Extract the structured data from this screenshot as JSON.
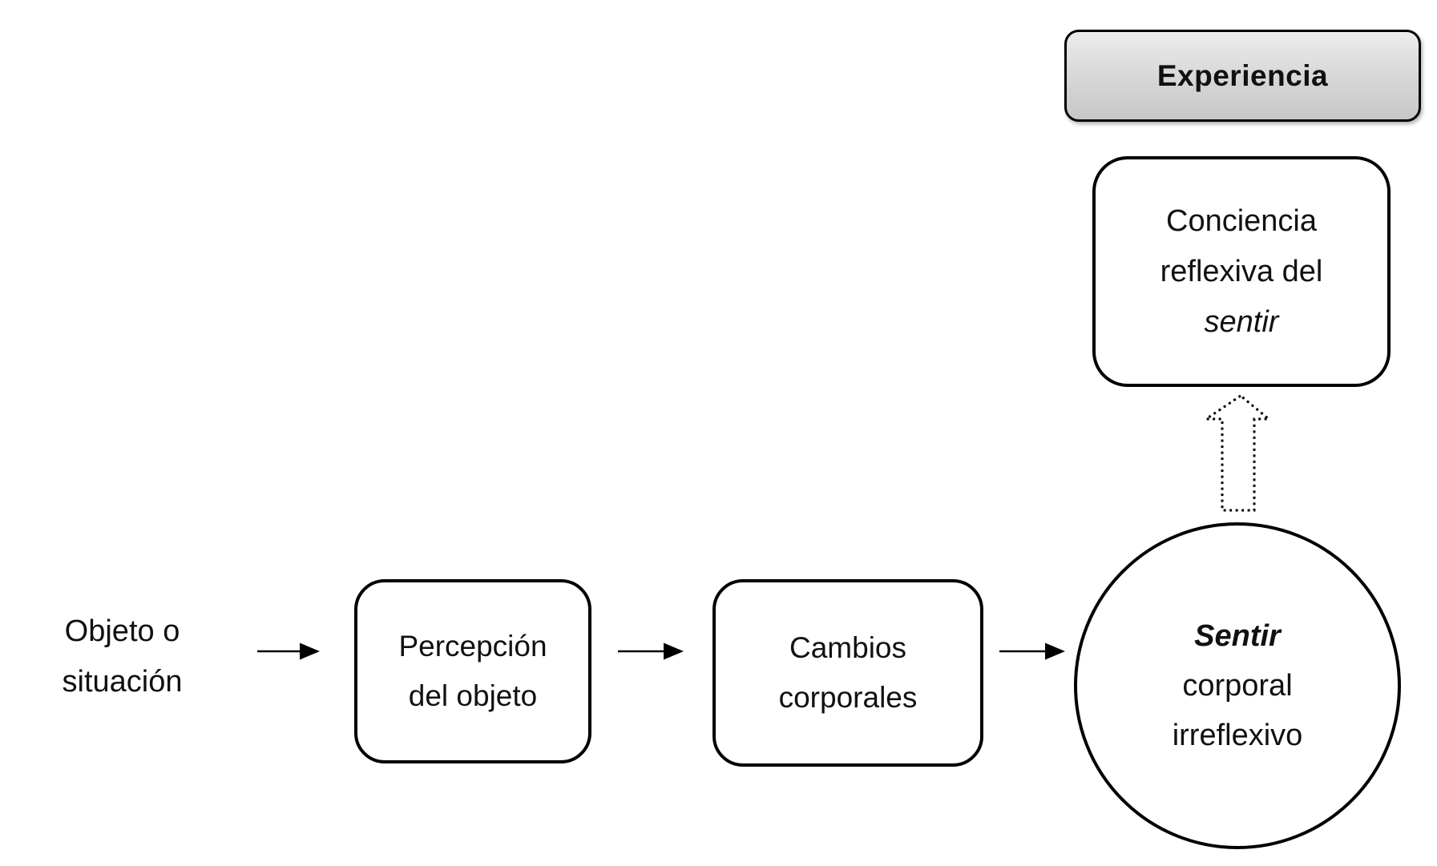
{
  "colors": {
    "background": "#ffffff",
    "stroke": "#000000",
    "text": "#111111",
    "node_fill": "#ffffff",
    "experiencia_fill_top": "#ececec",
    "experiencia_fill_bottom": "#c7c7c7"
  },
  "icons": {
    "flow_arrow": "right-arrow-icon",
    "reflexive_arrow": "dotted-up-block-arrow-icon"
  },
  "nodes": {
    "objeto": {
      "lines": [
        "Objeto o",
        "situación"
      ]
    },
    "percepcion": {
      "lines": [
        "Percepción",
        "del objeto"
      ]
    },
    "cambios": {
      "lines": [
        "Cambios",
        "corporales"
      ]
    },
    "sentir": {
      "emphasis_line": "Sentir",
      "lines": [
        "corporal",
        "irreflexivo"
      ]
    },
    "conciencia": {
      "lines": [
        "Conciencia",
        "reflexiva del"
      ],
      "italic_line": "sentir"
    },
    "experiencia": {
      "label": "Experiencia"
    }
  }
}
